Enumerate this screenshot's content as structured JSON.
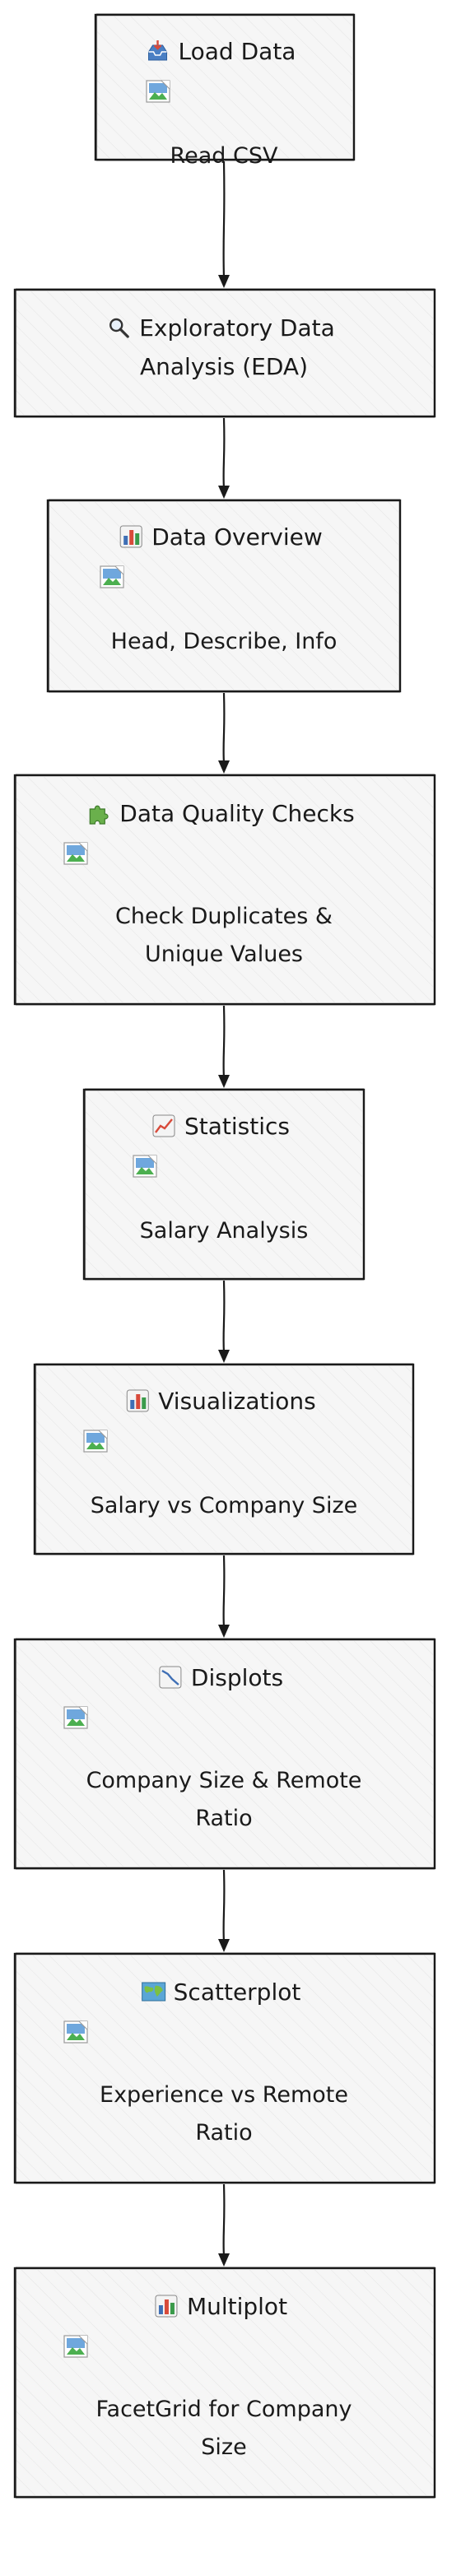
{
  "nodes": [
    {
      "id": "load",
      "icon": "inbox-tray-icon",
      "title": "Load Data",
      "desc": [
        "Read CSV"
      ]
    },
    {
      "id": "eda",
      "icon": "magnifier-icon",
      "title": "Exploratory Data",
      "desc": [
        "Analysis (EDA)"
      ]
    },
    {
      "id": "overview",
      "icon": "bar-chart-icon",
      "title": "Data Overview",
      "desc": [
        "Head, Describe, Info"
      ]
    },
    {
      "id": "quality",
      "icon": "puzzle-piece-icon",
      "title": "Data Quality Checks",
      "desc": [
        "Check Duplicates &",
        "Unique Values"
      ]
    },
    {
      "id": "statistics",
      "icon": "trend-up-icon",
      "title": "Statistics",
      "desc": [
        "Salary Analysis"
      ]
    },
    {
      "id": "visualizations",
      "icon": "bar-chart-icon",
      "title": "Visualizations",
      "desc": [
        "Salary vs Company Size"
      ]
    },
    {
      "id": "displots",
      "icon": "trend-down-icon",
      "title": "Displots",
      "desc": [
        "Company Size & Remote",
        "Ratio"
      ]
    },
    {
      "id": "scatterplot",
      "icon": "world-map-icon",
      "title": "Scatterplot",
      "desc": [
        "Experience vs Remote",
        "Ratio"
      ]
    },
    {
      "id": "multiplot",
      "icon": "bar-chart-icon",
      "title": "Multiplot",
      "desc": [
        "FacetGrid for Company",
        "Size"
      ]
    }
  ],
  "edges": [
    {
      "from": "load",
      "to": "eda"
    },
    {
      "from": "eda",
      "to": "overview"
    },
    {
      "from": "overview",
      "to": "quality"
    },
    {
      "from": "quality",
      "to": "statistics"
    },
    {
      "from": "statistics",
      "to": "visualizations"
    },
    {
      "from": "visualizations",
      "to": "displots"
    },
    {
      "from": "displots",
      "to": "scatterplot"
    },
    {
      "from": "scatterplot",
      "to": "multiplot"
    }
  ],
  "colors": {
    "stroke": "#1a1a1a",
    "box_fill": "#f6f6f6"
  }
}
